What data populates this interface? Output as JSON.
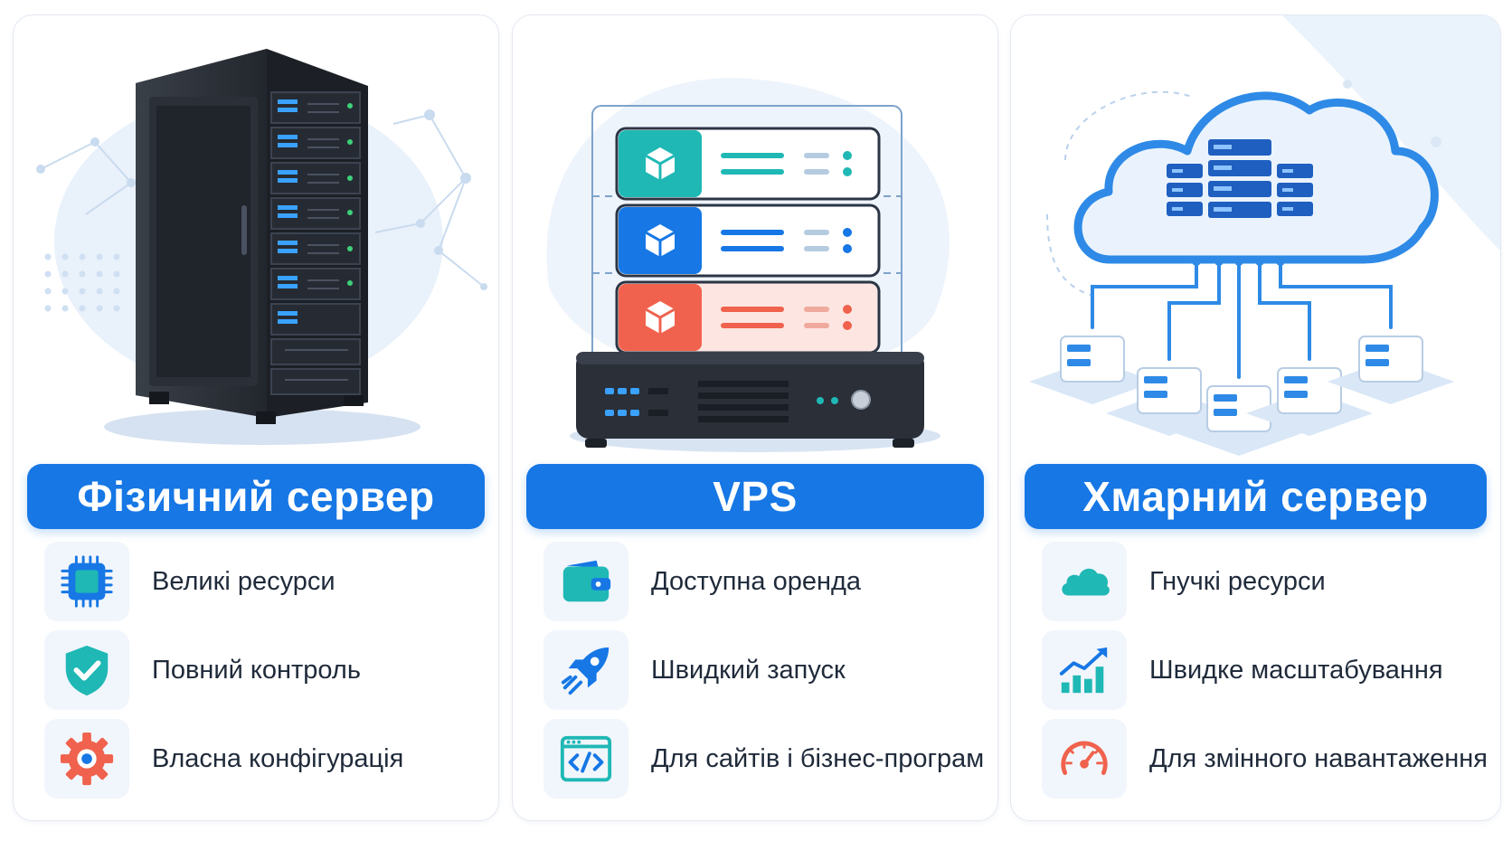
{
  "cards": [
    {
      "title": "Фізичний сервер",
      "features": [
        {
          "label": "Великі ресурси",
          "icon": "cpu-chip-icon"
        },
        {
          "label": "Повний контроль",
          "icon": "shield-check-icon"
        },
        {
          "label": "Власна конфігурація",
          "icon": "gear-icon"
        }
      ]
    },
    {
      "title": "VPS",
      "features": [
        {
          "label": "Доступна оренда",
          "icon": "wallet-icon"
        },
        {
          "label": "Швидкий запуск",
          "icon": "rocket-icon"
        },
        {
          "label": "Для сайтів і бізнес-програм",
          "icon": "code-window-icon"
        }
      ]
    },
    {
      "title": "Хмарний сервер",
      "features": [
        {
          "label": "Гнучкі ресурси",
          "icon": "cloud-icon"
        },
        {
          "label": "Швидке масштабування",
          "icon": "growth-chart-icon"
        },
        {
          "label": "Для змінного навантаження",
          "icon": "speedometer-icon"
        }
      ]
    }
  ],
  "colors": {
    "accent_blue": "#1677e5",
    "teal": "#1fb8b5",
    "coral": "#f0624d",
    "dark_server": "#2a2f38"
  }
}
